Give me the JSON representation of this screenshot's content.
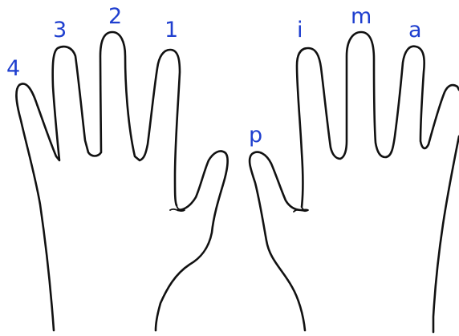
{
  "labels": {
    "left_hand": {
      "finger_4": "4",
      "finger_3": "3",
      "finger_2": "2",
      "finger_1": "1"
    },
    "right_hand": {
      "thumb": "p",
      "index": "i",
      "middle": "m",
      "ring": "a"
    }
  },
  "colors": {
    "label": "#1f3fcf",
    "outline": "#111111",
    "background": "#ffffff"
  }
}
